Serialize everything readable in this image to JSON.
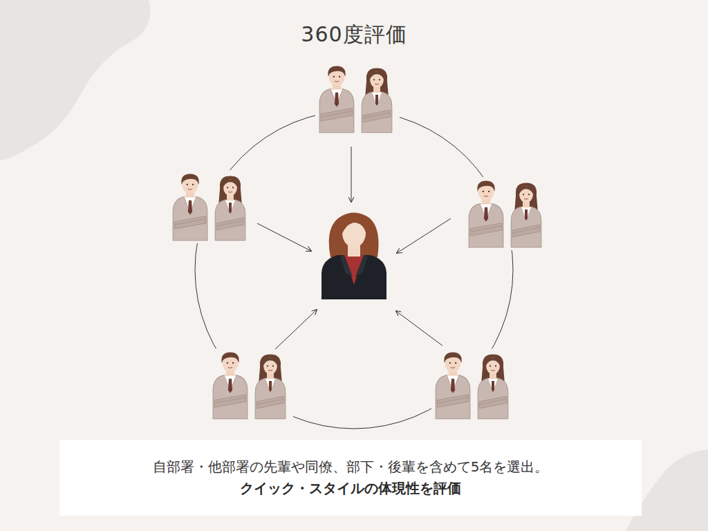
{
  "diagram": {
    "title": "360度評価",
    "nodes": [
      {
        "text": [
          "自部署・他部署の先輩や同僚、部下・後輩を含めて5名を選出。",
          "クイック・スタイルの体現性を評価"
        ]
      }
    ]
  }
}
